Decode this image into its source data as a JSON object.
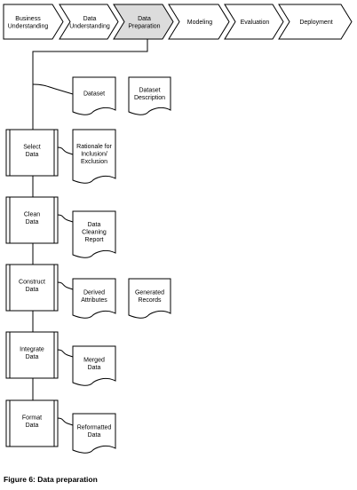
{
  "phases": [
    {
      "lines": [
        "Business",
        "Understanding"
      ],
      "active": false
    },
    {
      "lines": [
        "Data",
        "Understanding"
      ],
      "active": false
    },
    {
      "lines": [
        "Data",
        "Preparation"
      ],
      "active": true
    },
    {
      "lines": [
        "Modeling"
      ],
      "active": false
    },
    {
      "lines": [
        "Evaluation"
      ],
      "active": false
    },
    {
      "lines": [
        "Deployment"
      ],
      "active": false
    }
  ],
  "phase_outputs": [
    {
      "lines": [
        "Dataset"
      ]
    },
    {
      "lines": [
        "Dataset",
        "Description"
      ]
    }
  ],
  "tasks": [
    {
      "lines": [
        "Select",
        "Data"
      ],
      "outputs": [
        {
          "lines": [
            "Rationale for",
            "Inclusion/",
            "Exclusion"
          ]
        }
      ]
    },
    {
      "lines": [
        "Clean",
        "Data"
      ],
      "outputs": [
        {
          "lines": [
            "Data",
            "Cleaning",
            "Report"
          ]
        }
      ]
    },
    {
      "lines": [
        "Construct",
        "Data"
      ],
      "outputs": [
        {
          "lines": [
            "Derived",
            "Attributes"
          ]
        },
        {
          "lines": [
            "Generated",
            "Records"
          ]
        }
      ]
    },
    {
      "lines": [
        "Integrate",
        "Data"
      ],
      "outputs": [
        {
          "lines": [
            "Merged",
            "Data"
          ]
        }
      ]
    },
    {
      "lines": [
        "Format",
        "Data"
      ],
      "outputs": [
        {
          "lines": [
            "Reformatted",
            "Data"
          ]
        }
      ]
    }
  ],
  "colors": {
    "stroke": "#000000",
    "active_fill": "#dcdcdc",
    "fill": "#ffffff"
  },
  "caption": "Figure 6: Data preparation"
}
